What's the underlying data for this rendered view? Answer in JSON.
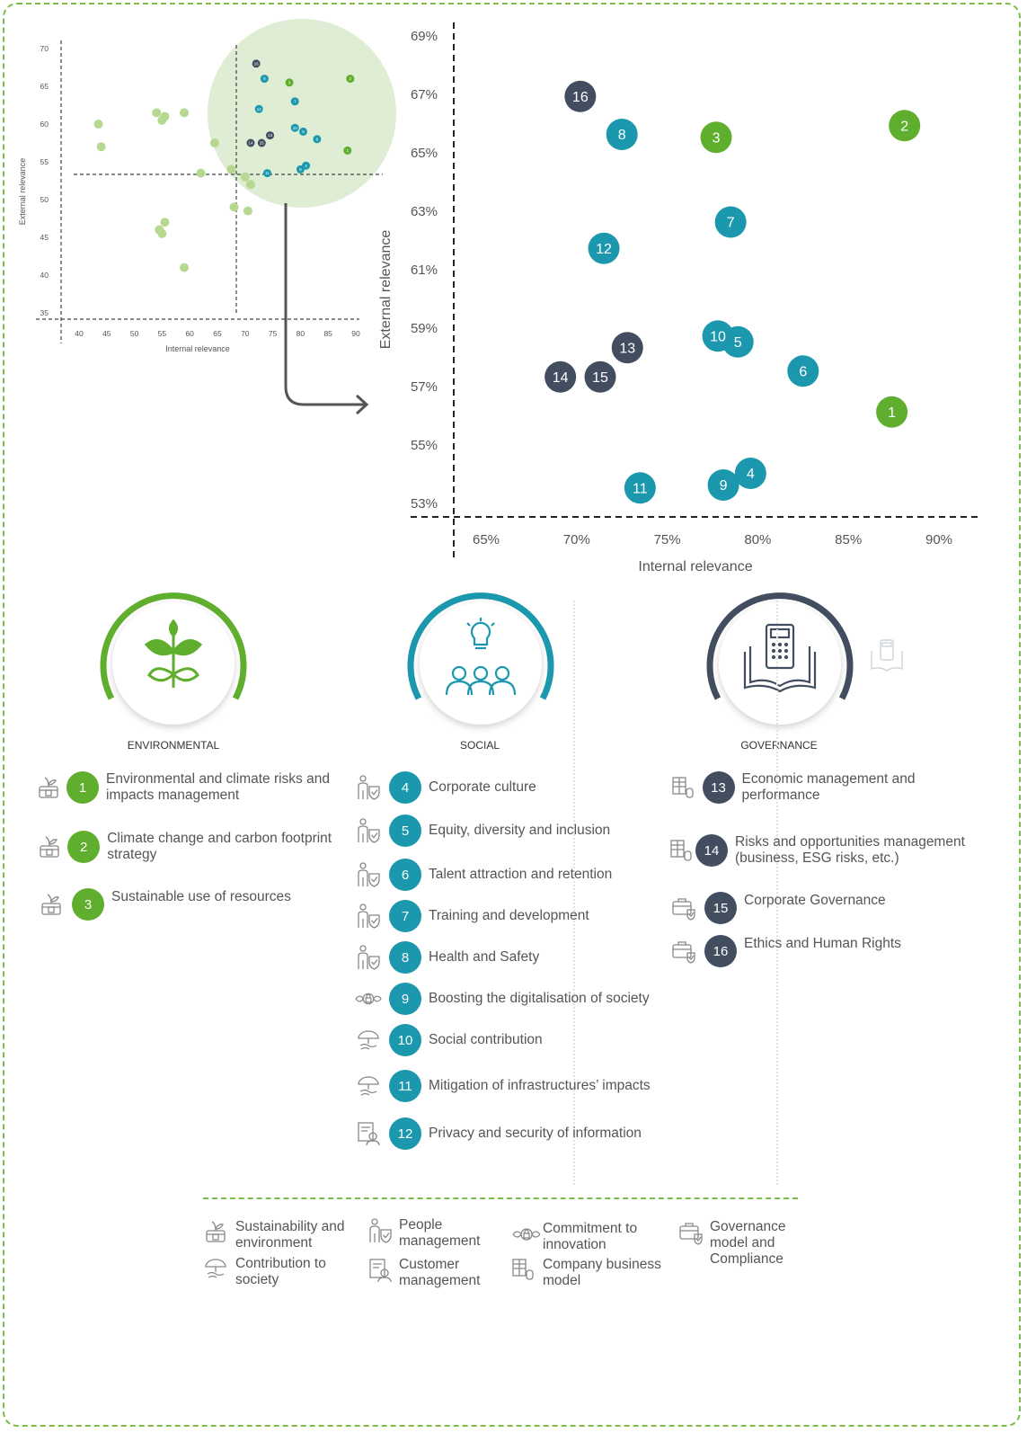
{
  "chart_data": [
    {
      "type": "scatter",
      "title": "",
      "xlabel": "Internal relevance",
      "ylabel": "External  relevance",
      "xlim": [
        37,
        92
      ],
      "ylim": [
        33,
        72
      ],
      "xticks": [
        "40",
        "45",
        "50",
        "55",
        "60",
        "65",
        "70",
        "75",
        "80",
        "85",
        "90"
      ],
      "yticks": [
        "35",
        "40",
        "45",
        "50",
        "55",
        "60",
        "65",
        "70"
      ],
      "threshold_x": 68.5,
      "threshold_y": 54,
      "highlight_circle": {
        "cx": 78,
        "cy": 62
      },
      "points_faded": [
        [
          43.5,
          60
        ],
        [
          44,
          57
        ],
        [
          54,
          61.5
        ],
        [
          55,
          60.5
        ],
        [
          55.5,
          61
        ],
        [
          59,
          61.5
        ],
        [
          64.5,
          57.5
        ],
        [
          67.5,
          54
        ],
        [
          68,
          49
        ],
        [
          70,
          53
        ],
        [
          71,
          52
        ],
        [
          70.5,
          48.5
        ],
        [
          62,
          53.5
        ],
        [
          54.5,
          46
        ],
        [
          55,
          45.5
        ],
        [
          55.5,
          47
        ],
        [
          59,
          41
        ]
      ],
      "points": [
        {
          "id": "1",
          "x": 88.5,
          "y": 56.5,
          "group": "env"
        },
        {
          "id": "2",
          "x": 89,
          "y": 66,
          "group": "env"
        },
        {
          "id": "3",
          "x": 78,
          "y": 65.5,
          "group": "env"
        },
        {
          "id": "4",
          "x": 81,
          "y": 54.5,
          "group": "soc"
        },
        {
          "id": "5",
          "x": 80.5,
          "y": 59,
          "group": "soc"
        },
        {
          "id": "6",
          "x": 83,
          "y": 58,
          "group": "soc"
        },
        {
          "id": "7",
          "x": 79,
          "y": 63,
          "group": "soc"
        },
        {
          "id": "8",
          "x": 73.5,
          "y": 66,
          "group": "soc"
        },
        {
          "id": "9",
          "x": 80,
          "y": 54,
          "group": "soc"
        },
        {
          "id": "10",
          "x": 79,
          "y": 59.5,
          "group": "soc"
        },
        {
          "id": "11",
          "x": 74,
          "y": 53.5,
          "group": "soc"
        },
        {
          "id": "12",
          "x": 72.5,
          "y": 62,
          "group": "soc"
        },
        {
          "id": "13",
          "x": 74.5,
          "y": 58.5,
          "group": "gov"
        },
        {
          "id": "14",
          "x": 71,
          "y": 57.5,
          "group": "gov"
        },
        {
          "id": "15",
          "x": 73,
          "y": 57.5,
          "group": "gov"
        },
        {
          "id": "16",
          "x": 72,
          "y": 68,
          "group": "gov"
        }
      ]
    },
    {
      "type": "scatter",
      "title": "",
      "xlabel": "Internal relevance",
      "ylabel": "External  relevance",
      "xlim": [
        61.8,
        92
      ],
      "ylim": [
        52.5,
        70
      ],
      "xticks": [
        {
          "v": 65,
          "label": "65%"
        },
        {
          "v": 70,
          "label": "70%"
        },
        {
          "v": 75,
          "label": "75%"
        },
        {
          "v": 80,
          "label": "80%"
        },
        {
          "v": 85,
          "label": "85%"
        },
        {
          "v": 90,
          "label": "90%"
        }
      ],
      "yticks": [
        {
          "v": 53,
          "label": "53%"
        },
        {
          "v": 55,
          "label": "55%"
        },
        {
          "v": 57,
          "label": "57%"
        },
        {
          "v": 59,
          "label": "59%"
        },
        {
          "v": 61,
          "label": "61%"
        },
        {
          "v": 63,
          "label": "63%"
        },
        {
          "v": 65,
          "label": "65%"
        },
        {
          "v": 67,
          "label": "67%"
        },
        {
          "v": 69,
          "label": "69%"
        }
      ],
      "points": [
        {
          "id": "1",
          "x": 87.4,
          "y": 56.1,
          "group": "env"
        },
        {
          "id": "2",
          "x": 88.1,
          "y": 65.9,
          "group": "env"
        },
        {
          "id": "3",
          "x": 77.7,
          "y": 65.5,
          "group": "env"
        },
        {
          "id": "4",
          "x": 79.6,
          "y": 54.0,
          "group": "soc"
        },
        {
          "id": "5",
          "x": 78.9,
          "y": 58.5,
          "group": "soc"
        },
        {
          "id": "6",
          "x": 82.5,
          "y": 57.5,
          "group": "soc"
        },
        {
          "id": "7",
          "x": 78.5,
          "y": 62.6,
          "group": "soc"
        },
        {
          "id": "8",
          "x": 72.5,
          "y": 65.6,
          "group": "soc"
        },
        {
          "id": "9",
          "x": 78.1,
          "y": 53.6,
          "group": "soc"
        },
        {
          "id": "10",
          "x": 77.8,
          "y": 58.7,
          "group": "soc"
        },
        {
          "id": "11",
          "x": 73.5,
          "y": 53.5,
          "group": "soc"
        },
        {
          "id": "12",
          "x": 71.5,
          "y": 61.7,
          "group": "soc"
        },
        {
          "id": "13",
          "x": 72.8,
          "y": 58.3,
          "group": "gov"
        },
        {
          "id": "14",
          "x": 69.1,
          "y": 57.3,
          "group": "gov"
        },
        {
          "id": "15",
          "x": 71.3,
          "y": 57.3,
          "group": "gov"
        },
        {
          "id": "16",
          "x": 70.2,
          "y": 66.9,
          "group": "gov"
        }
      ]
    }
  ],
  "colors": {
    "env": "#5fae2e",
    "soc": "#1b98ad",
    "gov": "#424d60",
    "faded": "#b7d890",
    "highlight": "#deedd4",
    "border": "#7cbd4a"
  },
  "categories": {
    "environmental": {
      "label": "ENVIRONMENTAL",
      "icon": "leaf-icon"
    },
    "social": {
      "label": "SOCIAL",
      "icon": "people-idea-icon"
    },
    "governance": {
      "label": "GOVERNANCE",
      "icon": "book-calculator-icon"
    }
  },
  "items": {
    "environmental": [
      {
        "num": "1",
        "text": "Environmental and climate risks and impacts management",
        "icon": "sustainability-icon"
      },
      {
        "num": "2",
        "text": "Climate change and carbon footprint strategy",
        "icon": "sustainability-icon"
      },
      {
        "num": "3",
        "text": "Sustainable use of resources",
        "icon": "sustainability-icon"
      }
    ],
    "social": [
      {
        "num": "4",
        "text": "Corporate culture",
        "icon": "people-icon"
      },
      {
        "num": "5",
        "text": "Equity, diversity and inclusion",
        "icon": "people-icon"
      },
      {
        "num": "6",
        "text": "Talent attraction and retention",
        "icon": "people-icon"
      },
      {
        "num": "7",
        "text": "Training and development",
        "icon": "people-icon"
      },
      {
        "num": "8",
        "text": "Health and Safety",
        "icon": "people-icon"
      },
      {
        "num": "9",
        "text": "Boosting the digitalisation of society",
        "icon": "innovation-icon"
      },
      {
        "num": "10",
        "text": "Social contribution",
        "icon": "society-icon"
      },
      {
        "num": "11",
        "text": "Mitigation of infrastructures’ impacts",
        "icon": "society-icon"
      },
      {
        "num": "12",
        "text": "Privacy and security of information",
        "icon": "customer-icon"
      }
    ],
    "governance": [
      {
        "num": "13",
        "text": "Economic management and performance",
        "icon": "business-model-icon"
      },
      {
        "num": "14",
        "text": "Risks and opportunities management (business, ESG risks, etc.)",
        "icon": "business-model-icon"
      },
      {
        "num": "15",
        "text": "Corporate Governance",
        "icon": "governance-icon"
      },
      {
        "num": "16",
        "text": "Ethics and Human Rights",
        "icon": "governance-icon"
      }
    ]
  },
  "legend": [
    {
      "text": "Sustainability and environment",
      "icon": "sustainability-icon"
    },
    {
      "text": "Contribution to society",
      "icon": "society-icon"
    },
    {
      "text": "People management",
      "icon": "people-icon"
    },
    {
      "text": "Customer management",
      "icon": "customer-icon"
    },
    {
      "text": "Commitment to innovation",
      "icon": "innovation-icon"
    },
    {
      "text": "Company business model",
      "icon": "business-model-icon"
    },
    {
      "text": "Governance model and Compliance",
      "icon": "governance-icon"
    }
  ]
}
